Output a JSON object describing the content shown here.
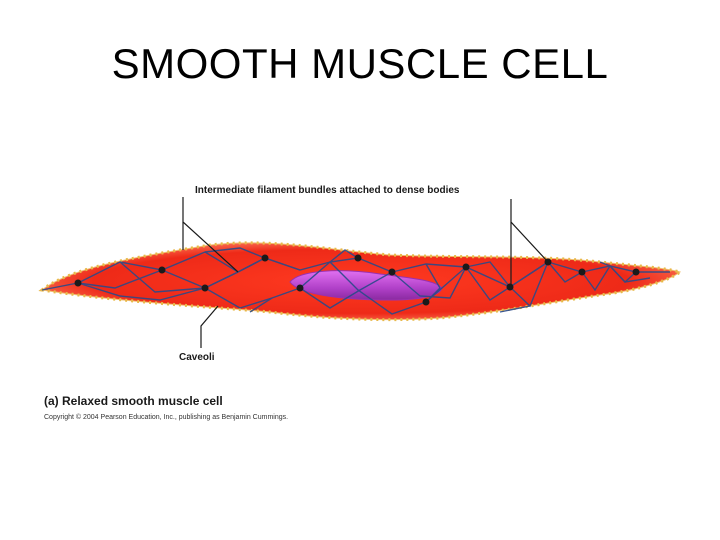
{
  "slide": {
    "title": "SMOOTH MUSCLE CELL"
  },
  "diagram": {
    "label_filaments": "Intermediate filament bundles attached to dense bodies",
    "label_caveoli": "Caveoli",
    "caption": "(a) Relaxed smooth muscle cell",
    "copyright": "Copyright © 2004 Pearson Education, Inc., publishing as Benjamin Cummings."
  },
  "colors": {
    "cytoplasm": "#e8261c",
    "cytoplasm_edge": "#ff7a5c",
    "membrane_dots": "#e8b84a",
    "nucleus": "#b040c0",
    "filaments": "#2a4a8a",
    "dense_bodies": "#1a1a1a"
  }
}
